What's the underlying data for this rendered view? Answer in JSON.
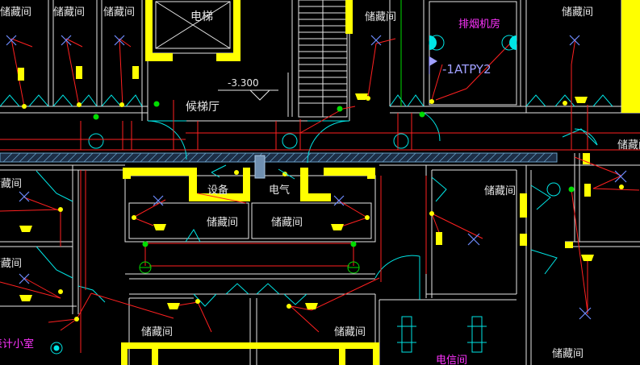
{
  "drawing": {
    "title": "CAD basement electrical floor plan",
    "rooms": {
      "storage": "储藏间",
      "elevator": "电梯",
      "lobby": "候梯厅",
      "smoke_room": "排烟机房",
      "equipment": "设备",
      "electric": "电气",
      "meter_room": "表计小室",
      "telecom": "电信间"
    },
    "elevation": "-3.300",
    "panel_tag": "-1ATPY2"
  },
  "colors": {
    "wall": "#ffff00",
    "wire": "#ff2020",
    "outline": "#e6e6e6",
    "cyan": "#00e5e5",
    "green": "#00dd00",
    "magenta": "#ff33ff",
    "lilac": "#a0a0ff",
    "corridor": "#6aa0c8"
  }
}
